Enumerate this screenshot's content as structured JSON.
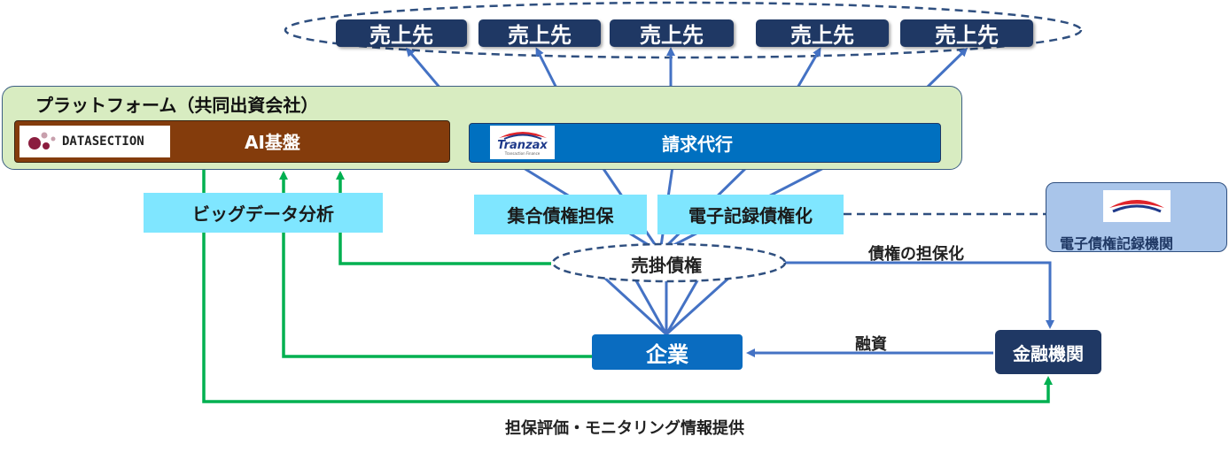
{
  "customers": [
    "売上先",
    "売上先",
    "売上先",
    "売上先",
    "売上先"
  ],
  "platform": {
    "title": "プラットフォーム（共同出資会社）",
    "ai_label": "AI基盤",
    "datasection_logo": "DATASECTION",
    "billing_label": "請求代行",
    "tranzax_logo": "Tranzax",
    "tranzax_sub": "Transaction Finance"
  },
  "services": {
    "bigdata": "ビッグデータ分析",
    "collective_collateral": "集合債権担保",
    "electronic_conversion": "電子記録債権化"
  },
  "receivables": "売掛債権",
  "company": "企業",
  "bank": "金融機関",
  "registry": "電子債権記録機関",
  "labels": {
    "collateralization": "債権の担保化",
    "financing": "融資",
    "monitoring": "担保評価・モニタリング情報提供"
  },
  "colors": {
    "navy": "#1f3864",
    "blue_arrow": "#4472c4",
    "green_arrow": "#00b050",
    "ai_brown": "#843c0c",
    "billing_blue": "#0070c0",
    "service_cyan": "#7fe6ff",
    "platform_green": "#d8ecc1"
  }
}
